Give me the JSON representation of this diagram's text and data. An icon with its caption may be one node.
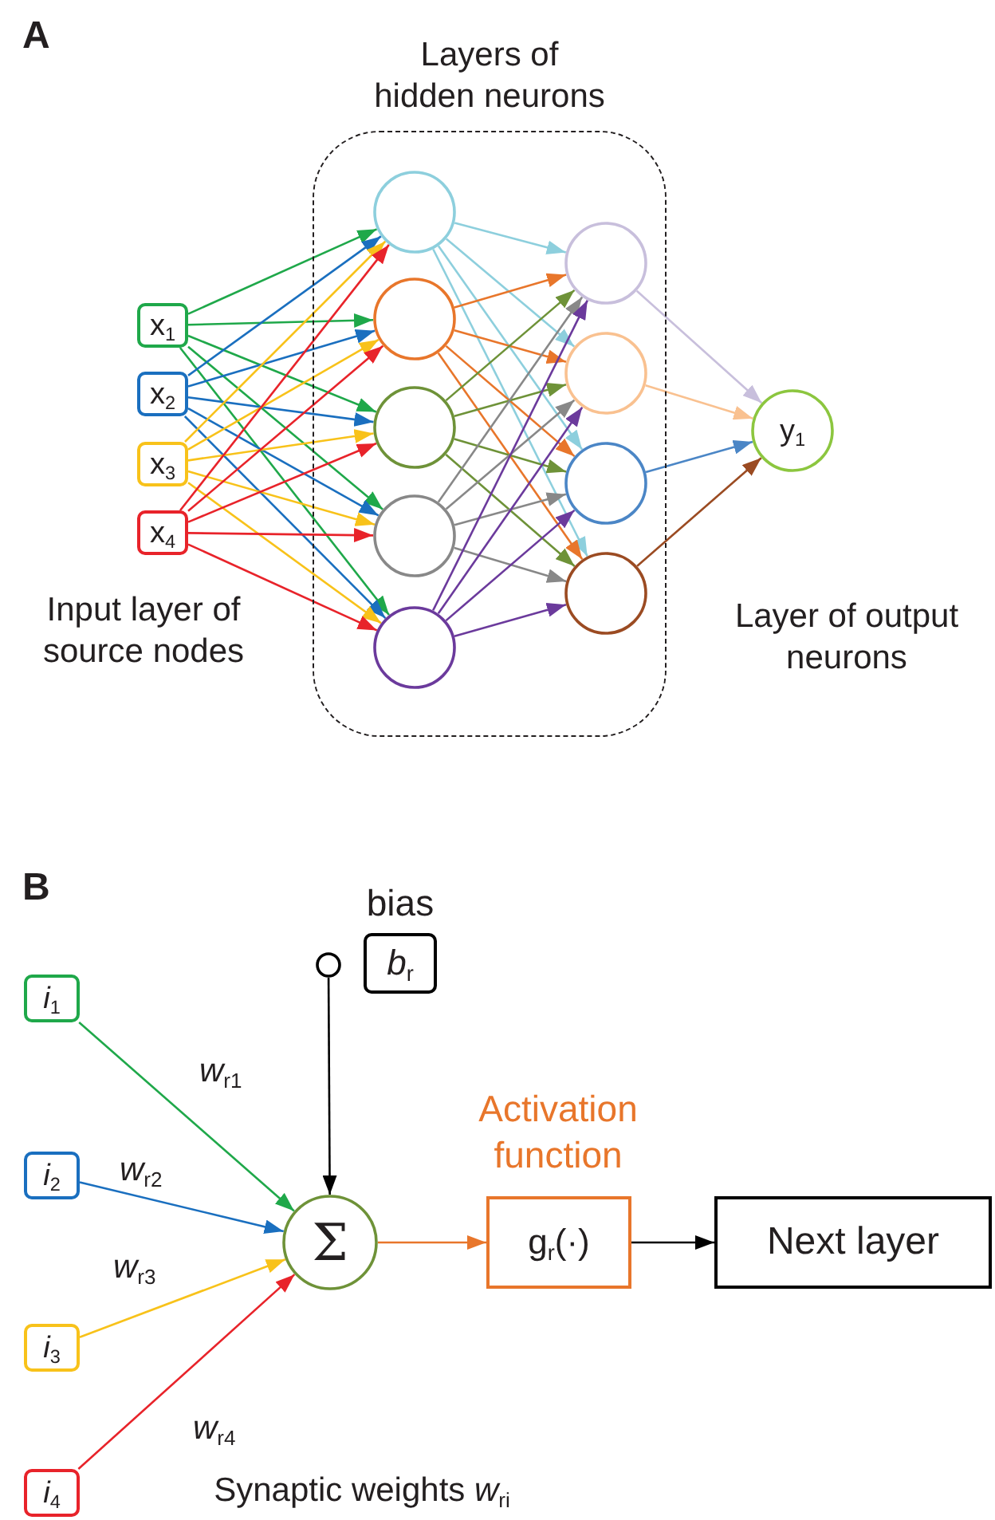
{
  "diagram": {
    "nodes": [
      {
        "text": [
          "Layers of hidden neurons"
        ]
      },
      {
        "text": [
          "x$_{1}$"
        ]
      },
      {
        "text": [
          "x$_{2}$"
        ]
      },
      {
        "text": [
          "x$_{3}$"
        ]
      },
      {
        "text": [
          "x$_{4}$"
        ]
      },
      {
        "text": [],
        "shape": "circle",
        "in": 0
      },
      {
        "text": [],
        "shape": "circle",
        "in": 0
      },
      {
        "text": [],
        "shape": "circle",
        "in": 0
      },
      {
        "text": [],
        "shape": "circle",
        "in": 0
      },
      {
        "text": [],
        "shape": "circle",
        "in": 0
      },
      {
        "text": [],
        "shape": "circle",
        "in": 0
      },
      {
        "text": [],
        "shape": "circle",
        "in": 0
      },
      {
        "text": [],
        "shape": "circle",
        "in": 0
      },
      {
        "text": [],
        "shape": "circle",
        "in": 0
      },
      {
        "text": [
          "y$_{1}$"
        ]
      },
      {
        "text": [
          "*i*$_{1}$"
        ]
      },
      {
        "text": [
          "*i*$_{2}$"
        ]
      },
      {
        "text": [
          "*i*$_{3}$"
        ]
      },
      {
        "text": [
          "*i*$_{4}$"
        ]
      },
      {
        "text": [],
        "shape": "circle"
      },
      {
        "text": [
          "*b*$_{r}$"
        ],
        "beside": [
          "bias"
        ]
      },
      {
        "text": [
          "Σ"
        ]
      },
      {
        "text": [
          "g$_{r}$(·)"
        ],
        "beside": [
          "Activation function"
        ]
      },
      {
        "text": [
          "Next layer"
        ]
      }
    ],
    "edges": [
      {
        "from": 1,
        "to": 5,
        "arrow": "to",
        "color": "#1fa84a"
      },
      {
        "from": 1,
        "to": 6,
        "arrow": "to",
        "color": "#1fa84a"
      },
      {
        "from": 1,
        "to": 7,
        "arrow": "to",
        "color": "#1fa84a"
      },
      {
        "from": 1,
        "to": 8,
        "arrow": "to",
        "color": "#1fa84a"
      },
      {
        "from": 1,
        "to": 9,
        "arrow": "to",
        "color": "#1fa84a"
      },
      {
        "from": 2,
        "to": 5,
        "arrow": "to",
        "color": "#1a6fbf"
      },
      {
        "from": 2,
        "to": 6,
        "arrow": "to",
        "color": "#1a6fbf"
      },
      {
        "from": 2,
        "to": 7,
        "arrow": "to",
        "color": "#1a6fbf"
      },
      {
        "from": 2,
        "to": 8,
        "arrow": "to",
        "color": "#1a6fbf"
      },
      {
        "from": 2,
        "to": 9,
        "arrow": "to",
        "color": "#1a6fbf"
      },
      {
        "from": 3,
        "to": 5,
        "arrow": "to",
        "color": "#f8c21a"
      },
      {
        "from": 3,
        "to": 6,
        "arrow": "to",
        "color": "#f8c21a"
      },
      {
        "from": 3,
        "to": 7,
        "arrow": "to",
        "color": "#f8c21a"
      },
      {
        "from": 3,
        "to": 8,
        "arrow": "to",
        "color": "#f8c21a"
      },
      {
        "from": 3,
        "to": 9,
        "arrow": "to",
        "color": "#f8c21a"
      },
      {
        "from": 4,
        "to": 5,
        "arrow": "to",
        "color": "#e8232a"
      },
      {
        "from": 4,
        "to": 6,
        "arrow": "to",
        "color": "#e8232a"
      },
      {
        "from": 4,
        "to": 7,
        "arrow": "to",
        "color": "#e8232a"
      },
      {
        "from": 4,
        "to": 8,
        "arrow": "to",
        "color": "#e8232a"
      },
      {
        "from": 4,
        "to": 9,
        "arrow": "to",
        "color": "#e8232a"
      },
      {
        "from": 5,
        "to": 10,
        "arrow": "to",
        "color": "#8dcfdd"
      },
      {
        "from": 5,
        "to": 11,
        "arrow": "to",
        "color": "#8dcfdd"
      },
      {
        "from": 5,
        "to": 12,
        "arrow": "to",
        "color": "#8dcfdd"
      },
      {
        "from": 5,
        "to": 13,
        "arrow": "to",
        "color": "#8dcfdd"
      },
      {
        "from": 6,
        "to": 10,
        "arrow": "to",
        "color": "#e8762b"
      },
      {
        "from": 6,
        "to": 11,
        "arrow": "to",
        "color": "#e8762b"
      },
      {
        "from": 6,
        "to": 12,
        "arrow": "to",
        "color": "#e8762b"
      },
      {
        "from": 6,
        "to": 13,
        "arrow": "to",
        "color": "#e8762b"
      },
      {
        "from": 7,
        "to": 10,
        "arrow": "to",
        "color": "#6e9238"
      },
      {
        "from": 7,
        "to": 11,
        "arrow": "to",
        "color": "#6e9238"
      },
      {
        "from": 7,
        "to": 12,
        "arrow": "to",
        "color": "#6e9238"
      },
      {
        "from": 7,
        "to": 13,
        "arrow": "to",
        "color": "#6e9238"
      },
      {
        "from": 8,
        "to": 10,
        "arrow": "to",
        "color": "#888888"
      },
      {
        "from": 8,
        "to": 11,
        "arrow": "to",
        "color": "#888888"
      },
      {
        "from": 8,
        "to": 12,
        "arrow": "to",
        "color": "#888888"
      },
      {
        "from": 8,
        "to": 13,
        "arrow": "to",
        "color": "#888888"
      },
      {
        "from": 9,
        "to": 10,
        "arrow": "to",
        "color": "#6b3a9c"
      },
      {
        "from": 9,
        "to": 11,
        "arrow": "to",
        "color": "#6b3a9c"
      },
      {
        "from": 9,
        "to": 12,
        "arrow": "to",
        "color": "#6b3a9c"
      },
      {
        "from": 9,
        "to": 13,
        "arrow": "to",
        "color": "#6b3a9c"
      },
      {
        "from": 10,
        "to": 14,
        "arrow": "to",
        "color": "#c8bfdc"
      },
      {
        "from": 11,
        "to": 14,
        "arrow": "to",
        "color": "#f9c190"
      },
      {
        "from": 12,
        "to": 14,
        "arrow": "to",
        "color": "#4b86c6"
      },
      {
        "from": 13,
        "to": 14,
        "arrow": "to",
        "color": "#9b4b22"
      },
      {
        "from": 15,
        "to": 21,
        "arrow": "to",
        "label": "*w*$_{r1}$",
        "color": "#1fa84a"
      },
      {
        "from": 16,
        "to": 21,
        "arrow": "to",
        "label": "*w*$_{r2}$",
        "color": "#1a6fbf"
      },
      {
        "from": 17,
        "to": 21,
        "arrow": "to",
        "label": "*w*$_{r3}$",
        "color": "#f8c21a"
      },
      {
        "from": 18,
        "to": 21,
        "arrow": "to",
        "label": "*w*$_{r4}$",
        "color": "#e8232a"
      },
      {
        "from": 19,
        "to": 21,
        "arrow": "to",
        "color": "#000000"
      },
      {
        "from": 21,
        "to": 22,
        "arrow": "to",
        "color": "#e8762b"
      },
      {
        "from": 22,
        "to": 23,
        "arrow": "to",
        "color": "#000000"
      }
    ],
    "labels": [
      "A",
      "Input layer of source nodes",
      "Layer of output neurons",
      "B",
      "Synaptic weights *w*$_{ri}$"
    ]
  }
}
